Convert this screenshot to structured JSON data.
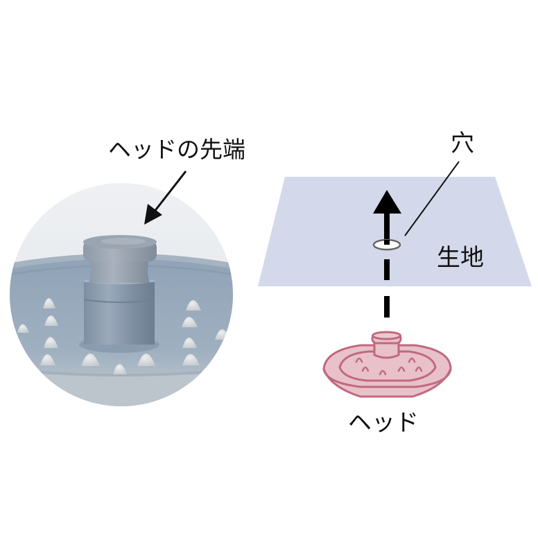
{
  "labels": {
    "head_tip": "ヘッドの先端",
    "hole": "穴",
    "fabric": "生地",
    "head": "ヘッド"
  },
  "icons": {
    "photo": "head-tip-photo",
    "fabric_sheet": "fabric-trapezoid",
    "hole": "hole-ellipse",
    "push_arrow": "up-arrow",
    "head_drawing": "head-illustration",
    "pointer_arrow": "diagonal-arrow"
  },
  "colors": {
    "fabric": "#d3d9ea",
    "head_fill": "#e8c1ca",
    "head_stroke": "#c0697e",
    "photo_bg": "#e4e7ec",
    "photo_body": "#8a9db2",
    "spike": "#d5d7d8",
    "text": "#111111"
  }
}
